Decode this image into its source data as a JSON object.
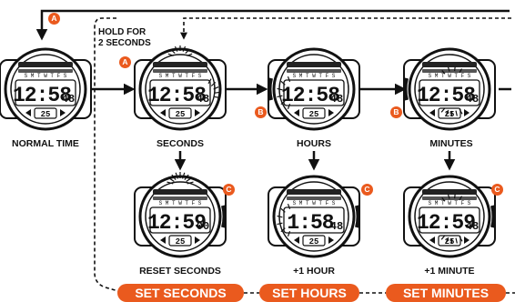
{
  "hold_note": {
    "line1": "HOLD FOR",
    "line2": "2 SECONDS"
  },
  "watches": [
    {
      "id": "normal",
      "time": "12:58",
      "secs": "48",
      "day": "25",
      "label": "NORMAL TIME",
      "flash": "none"
    },
    {
      "id": "seconds",
      "time": "12:58",
      "secs": "48",
      "day": "25",
      "label": "SECONDS",
      "flash": "secs"
    },
    {
      "id": "hours",
      "time": "12:58",
      "secs": "48",
      "day": "25",
      "label": "HOURS",
      "flash": "hours"
    },
    {
      "id": "minutes",
      "time": "12:58",
      "secs": "48",
      "day": "25",
      "label": "MINUTES",
      "flash": "mins"
    },
    {
      "id": "reset",
      "time": "12:59",
      "secs": "00",
      "day": "25",
      "label": "RESET SECONDS",
      "flash": "secs"
    },
    {
      "id": "plus-hour",
      "time": "1:58",
      "secs": "48",
      "day": "25",
      "label": "+1 HOUR",
      "flash": "hours"
    },
    {
      "id": "plus-minute",
      "time": "12:59",
      "secs": "48",
      "day": "25",
      "label": "+1 MINUTE",
      "flash": "mins"
    }
  ],
  "day_letters": "S M T W T F S",
  "badges": [
    {
      "id": "a-top",
      "letter": "A"
    },
    {
      "id": "a-seconds",
      "letter": "A"
    },
    {
      "id": "b-hours",
      "letter": "B"
    },
    {
      "id": "b-minutes",
      "letter": "B"
    },
    {
      "id": "c-reset",
      "letter": "C"
    },
    {
      "id": "c-hour",
      "letter": "C"
    },
    {
      "id": "c-minute",
      "letter": "C"
    }
  ],
  "set_labels": {
    "seconds": "SET SECONDS",
    "hours": "SET HOURS",
    "minutes": "SET MINUTES"
  },
  "colors": {
    "accent": "#ea5a1e",
    "ink": "#111111",
    "display": "#ffffff"
  }
}
